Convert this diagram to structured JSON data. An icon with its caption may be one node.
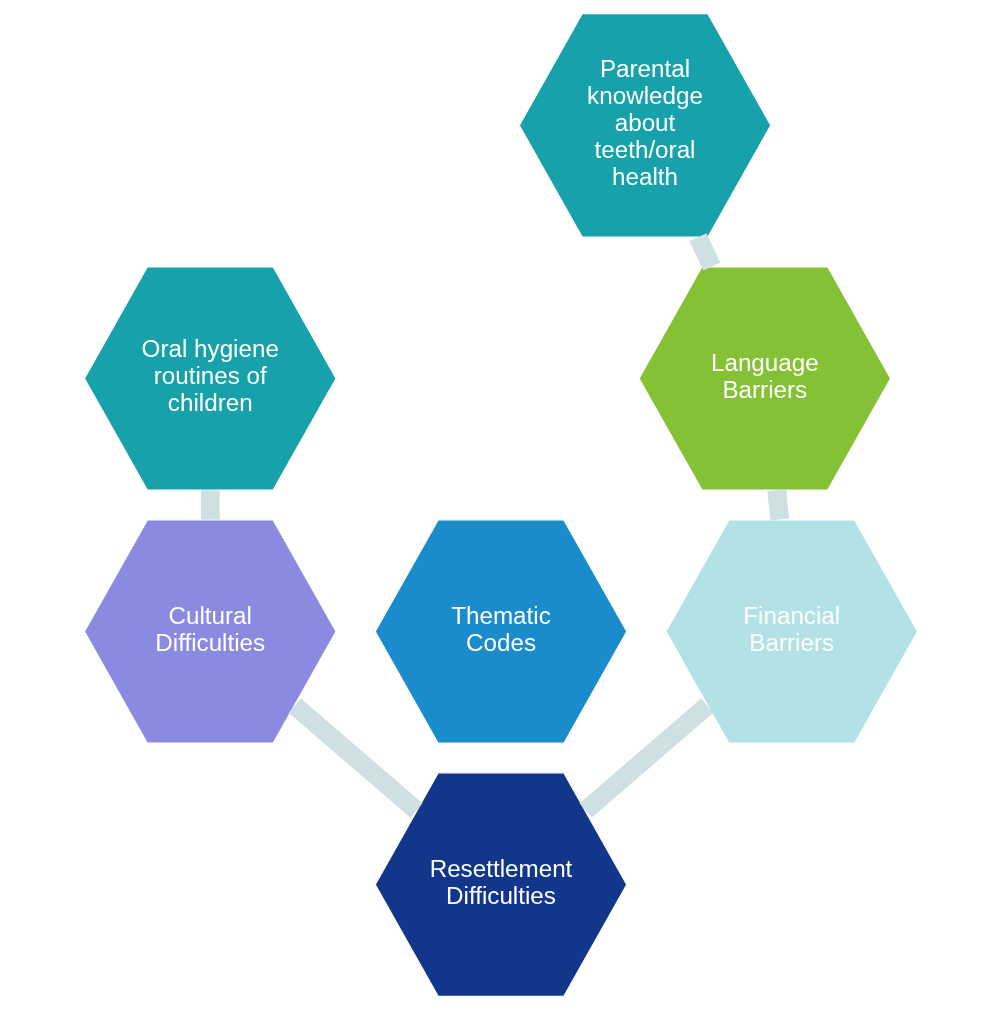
{
  "diagram": {
    "nodes": [
      {
        "text": [
          "Parental knowledge about teeth/oral health"
        ]
      },
      {
        "text": [
          "Oral hygiene routines of children"
        ]
      },
      {
        "text": [
          "Language Barriers"
        ]
      },
      {
        "text": [
          "Thematic Codes"
        ]
      },
      {
        "text": [
          "Cultural Difficulties"
        ]
      },
      {
        "text": [
          "Financial Barriers"
        ]
      },
      {
        "text": [
          "Resettlement Difficulties"
        ]
      }
    ],
    "edges": [
      {
        "from": 0,
        "to": 2,
        "arrow": "none"
      },
      {
        "from": 2,
        "to": 5,
        "arrow": "none"
      },
      {
        "from": 5,
        "to": 6,
        "arrow": "none"
      },
      {
        "from": 6,
        "to": 4,
        "arrow": "none"
      },
      {
        "from": 4,
        "to": 1,
        "arrow": "none"
      }
    ]
  }
}
